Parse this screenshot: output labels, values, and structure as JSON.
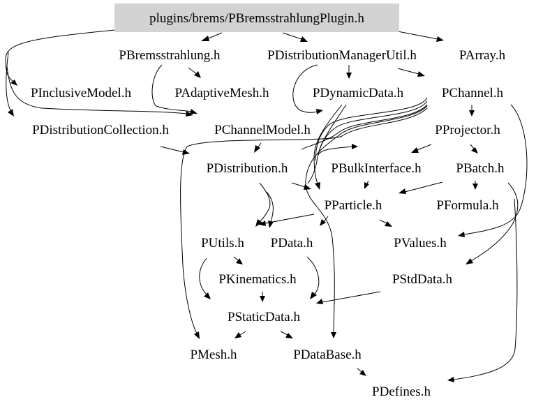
{
  "root": "plugins/brems/PBremsstrahlungPlugin.h",
  "nodes": {
    "pbrems": "PBremsstrahlung.h",
    "pdistmgr": "PDistributionManagerUtil.h",
    "parray": "PArray.h",
    "pinclusive": "PInclusiveModel.h",
    "padaptive": "PAdaptiveMesh.h",
    "pdynamic": "PDynamicData.h",
    "pchannel": "PChannel.h",
    "pdistcoll": "PDistributionCollection.h",
    "pchannelmodel": "PChannelModel.h",
    "pprojector": "PProjector.h",
    "pdistribution": "PDistribution.h",
    "pbulk": "PBulkInterface.h",
    "pbatch": "PBatch.h",
    "pparticle": "PParticle.h",
    "pformula": "PFormula.h",
    "putils": "PUtils.h",
    "pdata": "PData.h",
    "pvalues": "PValues.h",
    "pkinematics": "PKinematics.h",
    "pstddata": "PStdData.h",
    "pstaticdata": "PStaticData.h",
    "pmesh": "PMesh.h",
    "pdatabase": "PDataBase.h",
    "pdefines": "PDefines.h"
  },
  "colors": {
    "root_fill": "#d3d3d3",
    "text": "#000000",
    "edge": "#000000",
    "background": "#ffffff"
  }
}
